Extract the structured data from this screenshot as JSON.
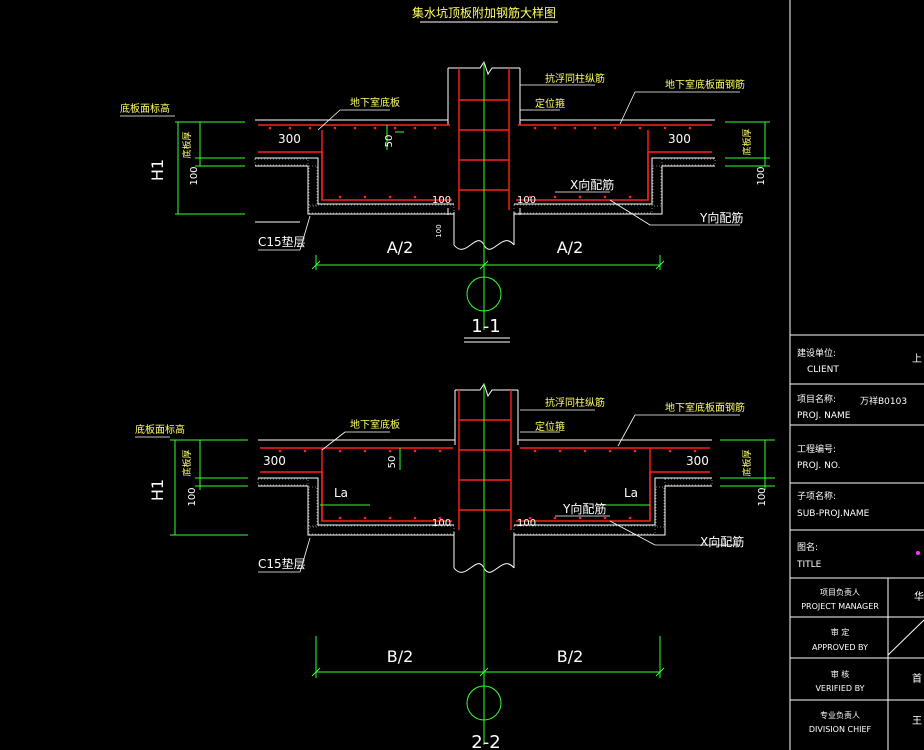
{
  "drawing": {
    "title": "集水坑顶板附加钢筋大样图",
    "sections": [
      {
        "id": "1-1",
        "labels": {
          "top_center_1": "抗浮同柱纵筋",
          "top_center_2": "定位箍",
          "top_right": "地下室底板面钢筋",
          "top_left": "底板面标高",
          "slab": "地下室底板",
          "side_left": "底板厚",
          "side_right": "底板厚",
          "h": "H1",
          "d300_left": "300",
          "d300_right": "300",
          "d50": "50",
          "d100_left": "100",
          "d100_right": "100",
          "d100_side_left": "100",
          "d100_side_right": "100",
          "bars_1": "X向配筋",
          "bars_2": "Y向配筋",
          "bedding": "C15垫层",
          "d100_bottom": "100",
          "dim_left": "A/2",
          "dim_right": "A/2",
          "name": "1-1"
        }
      },
      {
        "id": "2-2",
        "labels": {
          "top_center_1": "抗浮同柱纵筋",
          "top_center_2": "定位箍",
          "top_right": "地下室底板面钢筋",
          "top_left": "底板面标高",
          "slab": "地下室底板",
          "side_left": "底板厚",
          "side_right": "底板厚",
          "h": "H1",
          "d300_left": "300",
          "d300_right": "300",
          "d50": "50",
          "la_left": "La",
          "la_right": "La",
          "d100_left": "100",
          "d100_right": "100",
          "d100_side_left": "100",
          "d100_side_right": "100",
          "bars_1": "Y向配筋",
          "bars_2": "X向配筋",
          "bedding": "C15垫层",
          "dim_left": "B/2",
          "dim_right": "B/2",
          "name": "2-2"
        }
      }
    ]
  },
  "title_block": {
    "client_cn": "建设单位:",
    "client_en": "CLIENT",
    "client_value": "上",
    "proj_name_cn": "项目名称:",
    "proj_name_en": "PROJ. NAME",
    "proj_name_value": "万祥B0103",
    "proj_no_cn": "工程编号:",
    "proj_no_en": "PROJ. NO.",
    "sub_proj_cn": "子项名称:",
    "sub_proj_en": "SUB-PROJ.NAME",
    "title_cn": "图名:",
    "title_en": "TITLE",
    "pm_cn": "项目负责人",
    "pm_en": "PROJECT MANAGER",
    "pm_value": "华",
    "approved_cn": "审 定",
    "approved_en": "APPROVED BY",
    "verified_cn": "审 核",
    "verified_en": "VERIFIED BY",
    "verified_value": "首",
    "chief_cn": "专业负责人",
    "chief_en": "DIVISION CHIEF",
    "chief_value": "王"
  },
  "colors": {
    "background": "#000000",
    "concrete": "#ffffff",
    "rebar": "#ff2020",
    "dimension": "#33ff33",
    "text": "#ffffff",
    "label_text": "#ffff66",
    "accent": "#ff33ff"
  }
}
